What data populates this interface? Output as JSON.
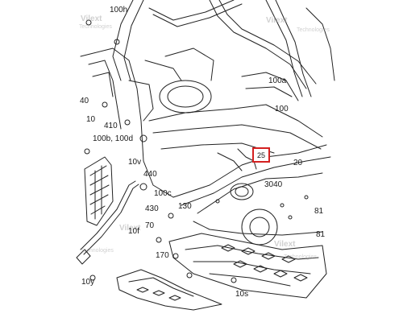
{
  "diagram": {
    "part_labels": {
      "p100h": "100h",
      "p100a": "100a",
      "p100": "100",
      "p40": "40",
      "p10": "10",
      "p410": "410",
      "p100b": "100b, 100d",
      "p10v": "10v",
      "p440": "440",
      "p100c": "100c",
      "p430": "430",
      "p3040": "3040",
      "p20": "20",
      "p81a": "81",
      "p130": "130",
      "p70": "70",
      "p10f": "10f",
      "p81b": "81",
      "p170": "170",
      "p10y": "10y",
      "p10s": "10s"
    },
    "highlighted_part": "25",
    "watermark": {
      "brand": "Vilext",
      "sub": "Technologies"
    }
  }
}
